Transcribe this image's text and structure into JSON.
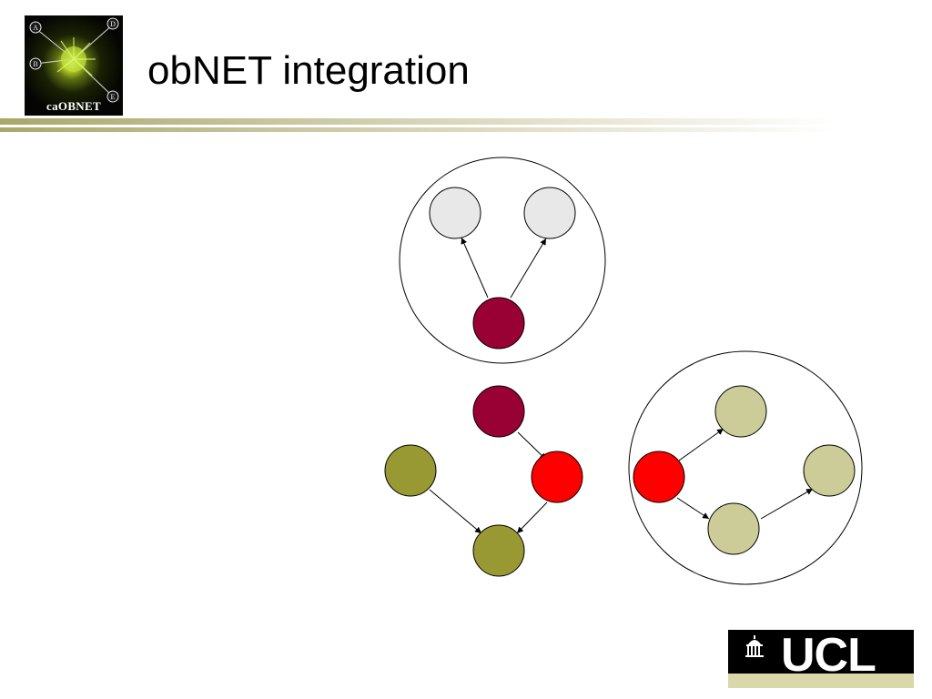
{
  "slide": {
    "title": "obNET integration"
  },
  "logo": {
    "text": "caOBNET",
    "letters": [
      "A",
      "D",
      "B",
      "E"
    ]
  },
  "ucl_logo": {
    "text": "UCL"
  },
  "colors": {
    "light_gray": "#e8e8e8",
    "dark_red": "#990033",
    "bright_red": "#ff0000",
    "olive": "#999933",
    "khaki": "#cccc99",
    "accent_rule": "#a9a86a"
  },
  "diagram": {
    "groups": [
      {
        "id": "group-top",
        "members": [
          "node-gray-left",
          "node-gray-right",
          "node-darkred-top"
        ]
      },
      {
        "id": "group-right",
        "members": [
          "node-red-right",
          "node-khaki-top",
          "node-khaki-bottom",
          "node-khaki-far"
        ]
      }
    ],
    "nodes": [
      {
        "id": "node-gray-left",
        "color": "light_gray"
      },
      {
        "id": "node-gray-right",
        "color": "light_gray"
      },
      {
        "id": "node-darkred-top",
        "color": "dark_red"
      },
      {
        "id": "node-darkred-mid",
        "color": "dark_red"
      },
      {
        "id": "node-red-left",
        "color": "bright_red"
      },
      {
        "id": "node-olive-left",
        "color": "olive"
      },
      {
        "id": "node-olive-bottom",
        "color": "olive"
      },
      {
        "id": "node-red-right",
        "color": "bright_red"
      },
      {
        "id": "node-khaki-top",
        "color": "khaki"
      },
      {
        "id": "node-khaki-bottom",
        "color": "khaki"
      },
      {
        "id": "node-khaki-far",
        "color": "khaki"
      }
    ],
    "edges": [
      {
        "from": "node-darkred-top",
        "to": "node-gray-left"
      },
      {
        "from": "node-darkred-top",
        "to": "node-gray-right"
      },
      {
        "from": "node-darkred-mid",
        "to": "node-red-left"
      },
      {
        "from": "node-olive-left",
        "to": "node-olive-bottom"
      },
      {
        "from": "node-red-left",
        "to": "node-olive-bottom"
      },
      {
        "from": "node-red-right",
        "to": "node-khaki-top"
      },
      {
        "from": "node-red-right",
        "to": "node-khaki-bottom"
      },
      {
        "from": "node-khaki-bottom",
        "to": "node-khaki-far"
      }
    ]
  }
}
